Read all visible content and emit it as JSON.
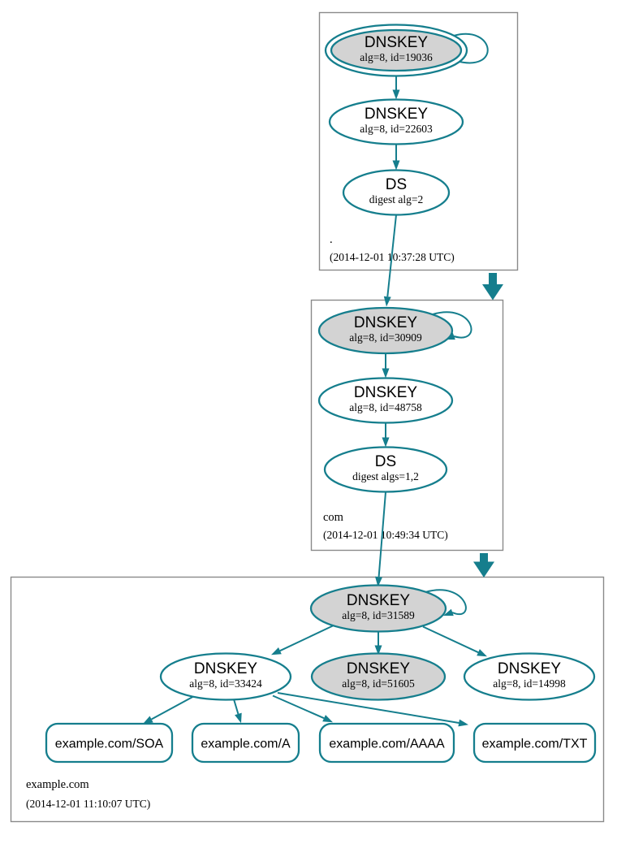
{
  "colors": {
    "edge": "#157e8d",
    "node_fill_gray": "#d3d3d3",
    "node_fill_white": "#ffffff",
    "zone_border": "#8a8a8a",
    "text": "#000000",
    "background": "#ffffff"
  },
  "zones": [
    {
      "label": ".",
      "timestamp": "(2014-12-01 10:37:28 UTC)",
      "nodes": [
        {
          "title": "DNSKEY",
          "subtitle": "alg=8, id=19036",
          "filled": true,
          "double_ring": true
        },
        {
          "title": "DNSKEY",
          "subtitle": "alg=8, id=22603",
          "filled": false,
          "double_ring": false
        },
        {
          "title": "DS",
          "subtitle": "digest alg=2",
          "filled": false,
          "double_ring": false
        }
      ]
    },
    {
      "label": "com",
      "timestamp": "(2014-12-01 10:49:34 UTC)",
      "nodes": [
        {
          "title": "DNSKEY",
          "subtitle": "alg=8, id=30909",
          "filled": true,
          "double_ring": false
        },
        {
          "title": "DNSKEY",
          "subtitle": "alg=8, id=48758",
          "filled": false,
          "double_ring": false
        },
        {
          "title": "DS",
          "subtitle": "digest algs=1,2",
          "filled": false,
          "double_ring": false
        }
      ]
    },
    {
      "label": "example.com",
      "timestamp": "(2014-12-01 11:10:07 UTC)",
      "nodes": [
        {
          "title": "DNSKEY",
          "subtitle": "alg=8, id=31589",
          "filled": true,
          "double_ring": false
        },
        {
          "title": "DNSKEY",
          "subtitle": "alg=8, id=33424",
          "filled": false,
          "double_ring": false
        },
        {
          "title": "DNSKEY",
          "subtitle": "alg=8, id=51605",
          "filled": true,
          "double_ring": false
        },
        {
          "title": "DNSKEY",
          "subtitle": "alg=8, id=14998",
          "filled": false,
          "double_ring": false
        }
      ],
      "rrsets": [
        {
          "label": "example.com/SOA"
        },
        {
          "label": "example.com/A"
        },
        {
          "label": "example.com/AAAA"
        },
        {
          "label": "example.com/TXT"
        }
      ]
    }
  ]
}
